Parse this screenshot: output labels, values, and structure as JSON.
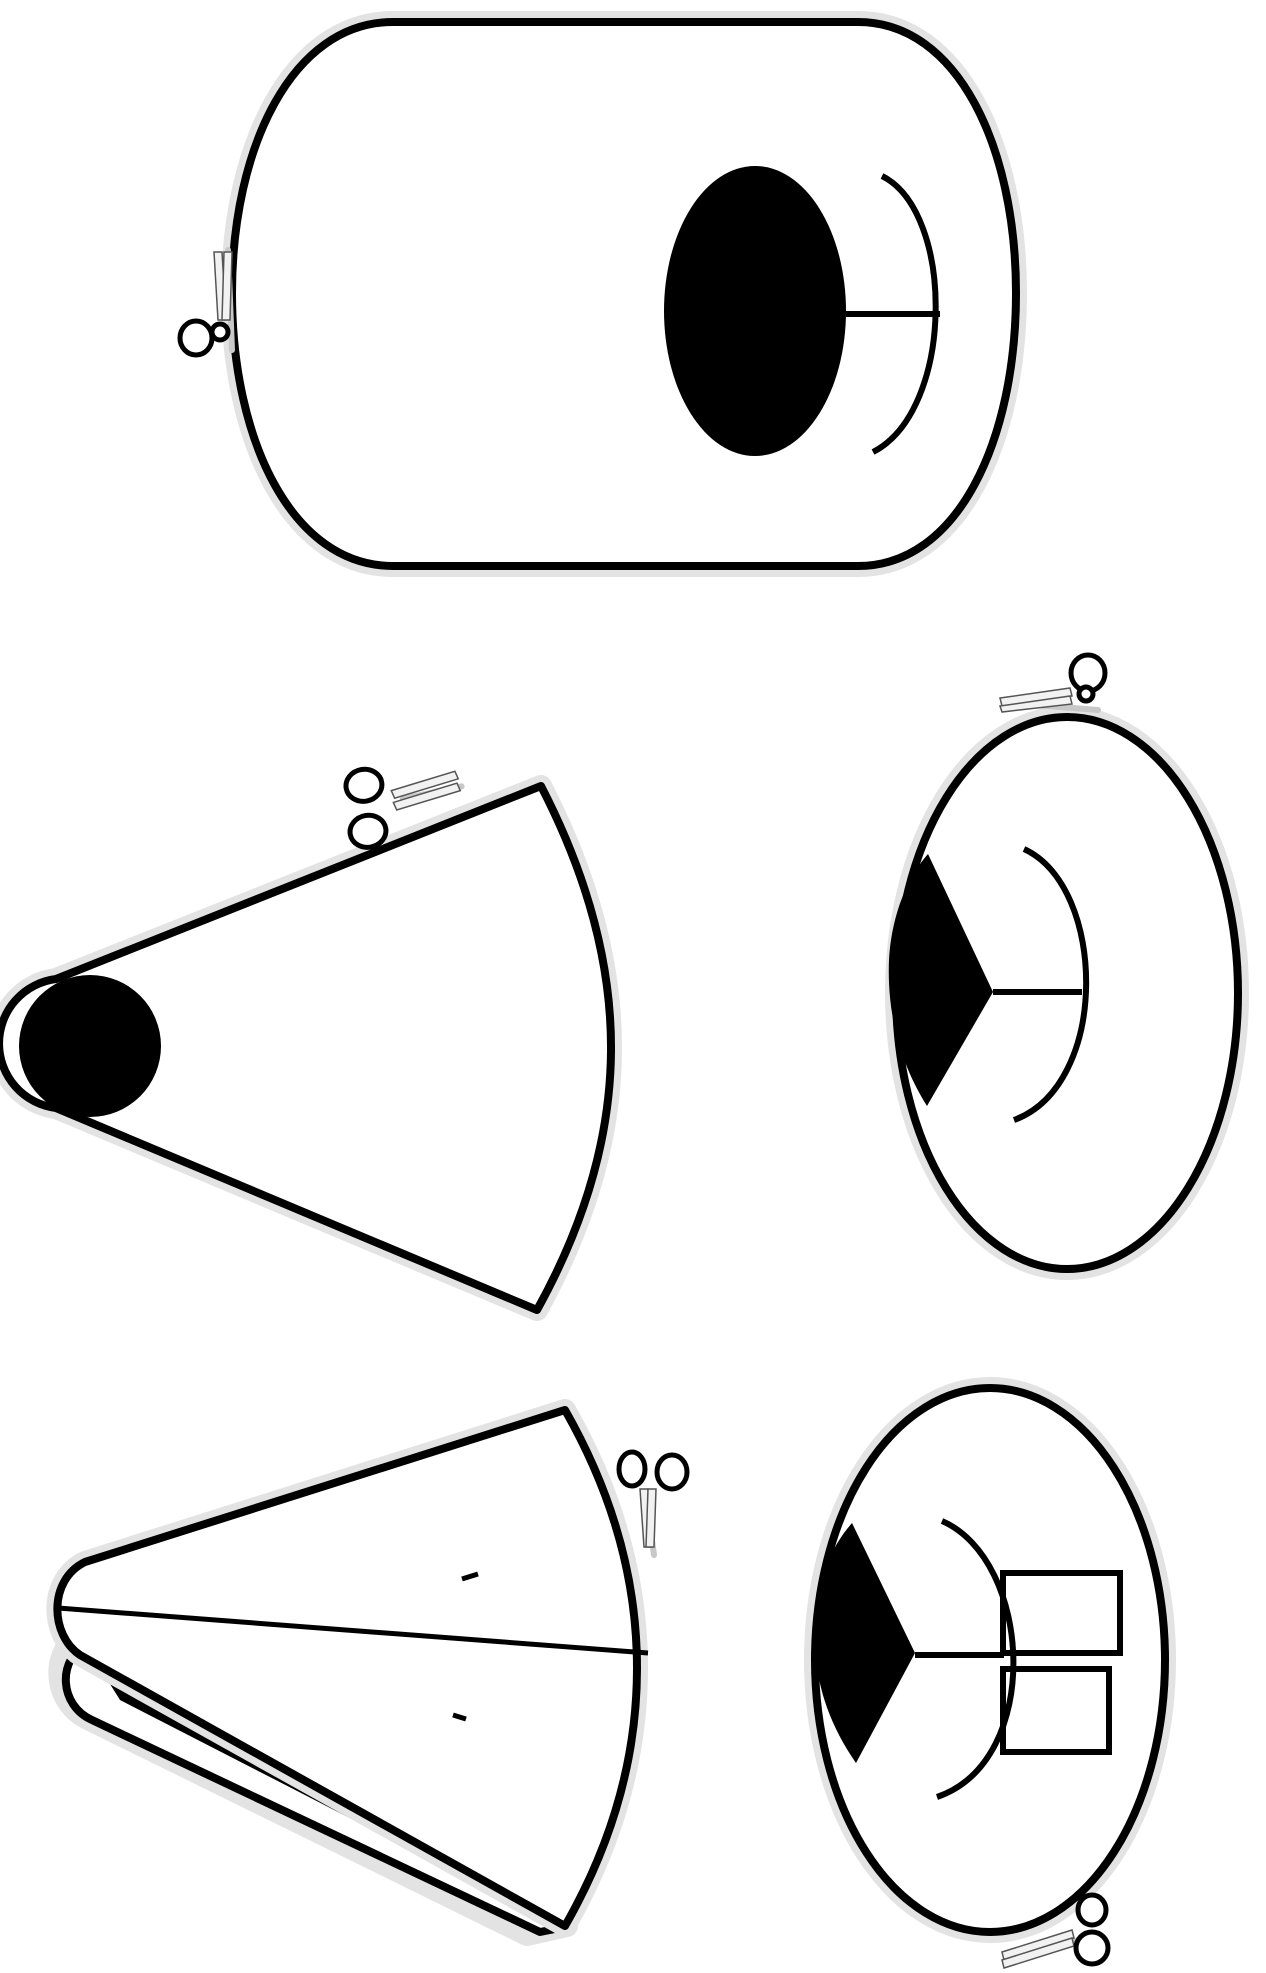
{
  "figure": {
    "description_free": true,
    "colors": {
      "ink": "#000000",
      "paper": "#ffffff",
      "cut_halo": "#e3e3e3",
      "scissors_metal": "#f2f2f2"
    },
    "icons": [
      "scissors-icon",
      "scissors-icon",
      "scissors-icon",
      "scissors-icon",
      "scissors-icon"
    ],
    "pieces": [
      "cylinder-body-piece",
      "cone-piece",
      "oval-eye-piece",
      "folded-cone-piece",
      "oval-eye-with-rectangles-piece"
    ]
  }
}
